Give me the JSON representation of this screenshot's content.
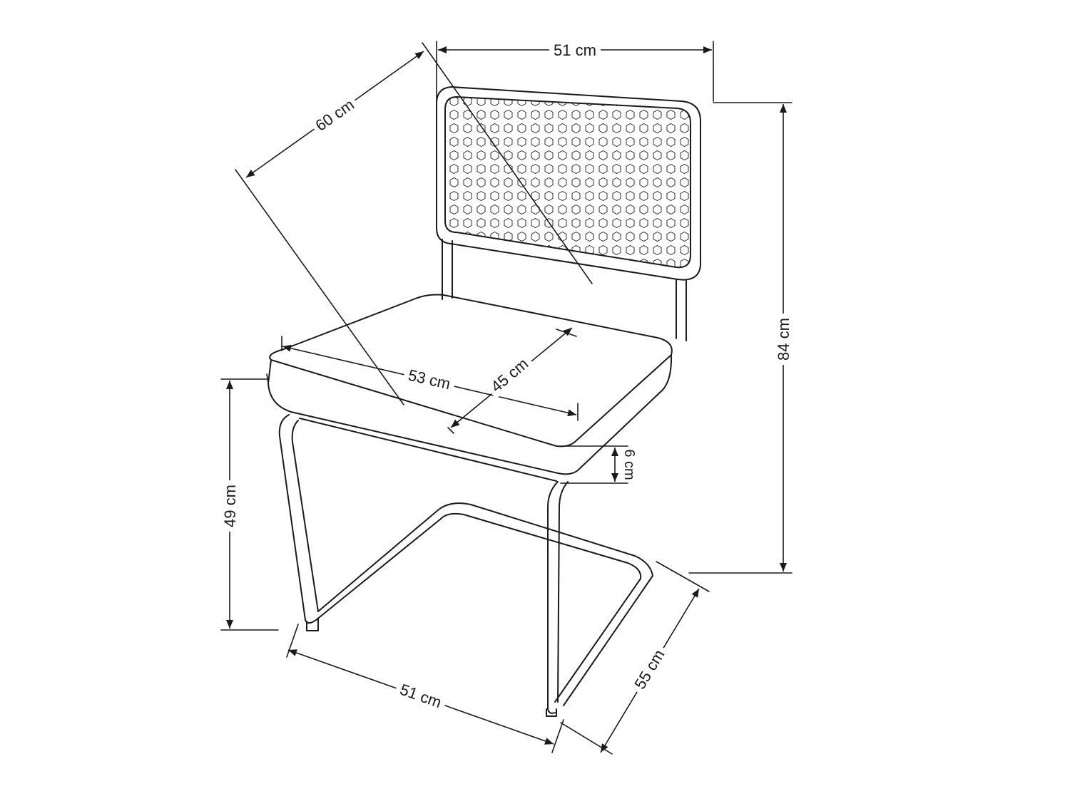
{
  "dimensions": {
    "back_width": "51 cm",
    "depth_diagonal": "60 cm",
    "total_height": "84 cm",
    "seat_width": "53 cm",
    "seat_depth": "45 cm",
    "seat_thickness": "6 cm",
    "seat_height": "49 cm",
    "base_width": "51 cm",
    "base_depth": "55 cm"
  }
}
